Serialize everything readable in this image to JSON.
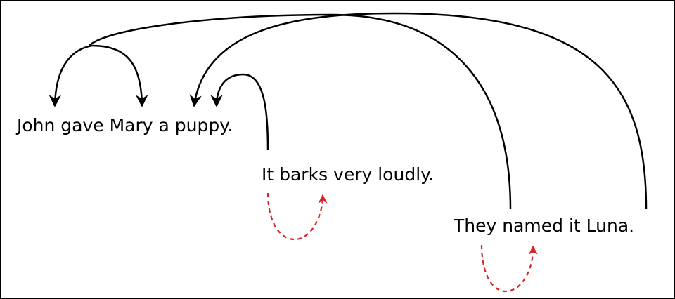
{
  "sentences": {
    "first": "John gave Mary a puppy.",
    "second": "It barks very loudly.",
    "third": "They named it Luna."
  },
  "colors": {
    "text": "#000000",
    "solid_arc": "#000000",
    "dashed_arc": "#d62728",
    "background": "#ffffff"
  }
}
